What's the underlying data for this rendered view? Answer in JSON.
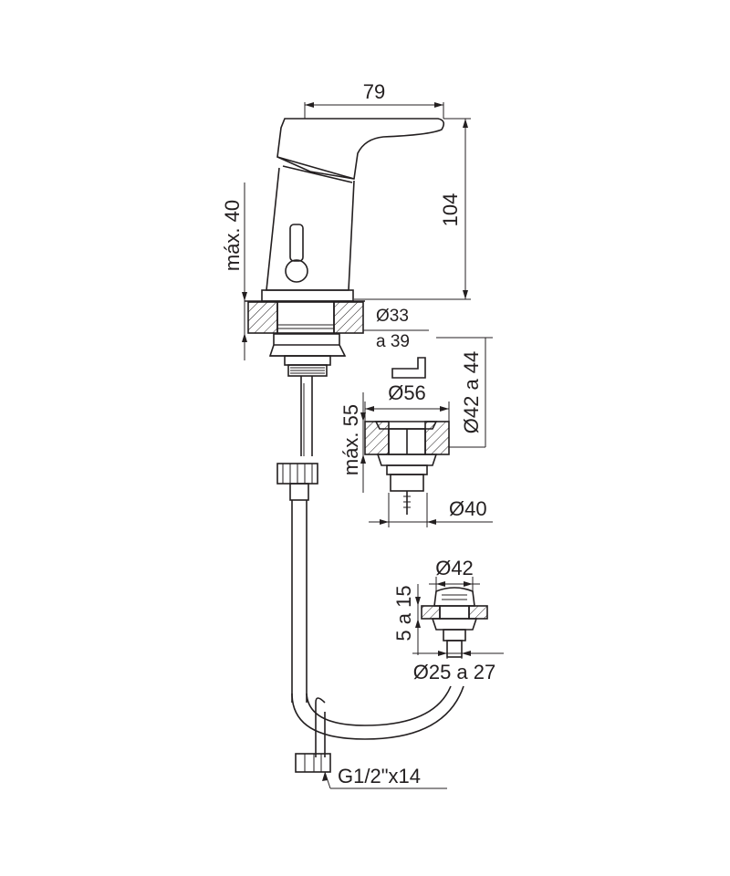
{
  "dimensions": {
    "spout_reach": "79",
    "total_height": "104",
    "max_counter_thickness": "máx. 40",
    "hole_diameter_top": "Ø33",
    "hole_diameter_bottom": "a 39",
    "drain_flange": "Ø56",
    "drain_range": "Ø42 a 44",
    "drain_max_thickness": "máx. 55",
    "drain_body": "Ø40",
    "trap_top": "Ø42",
    "trap_thickness": "5 a 15",
    "trap_bottom": "Ø25 a 27",
    "hose_thread": "G1/2\"x14"
  },
  "colors": {
    "line": "#231f20",
    "background": "#ffffff"
  }
}
